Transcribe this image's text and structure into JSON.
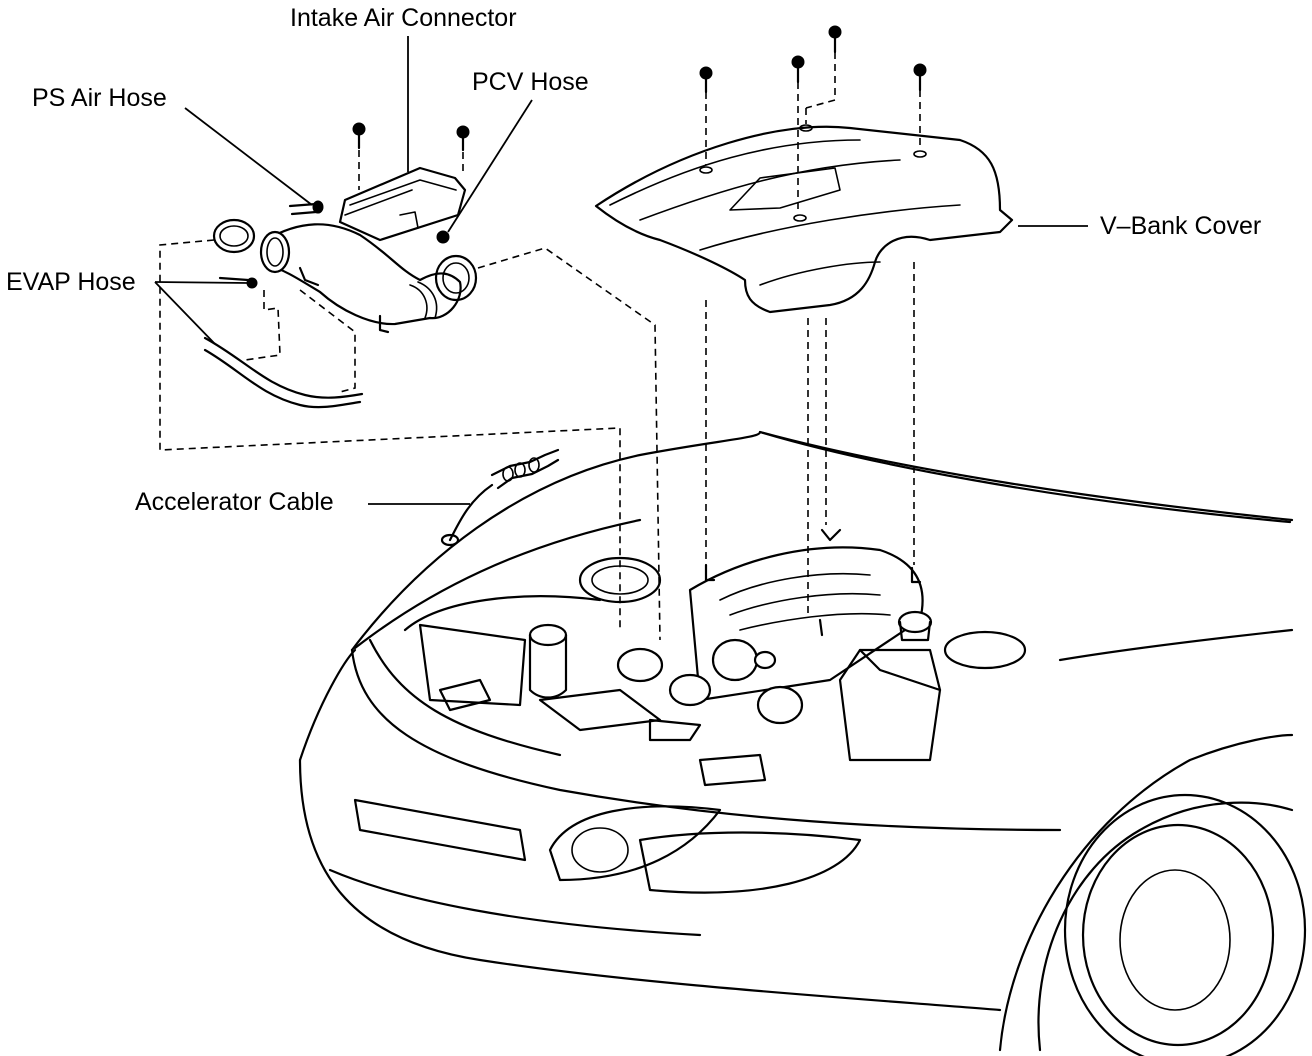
{
  "labels": {
    "intake_air_connector": "Intake Air Connector",
    "ps_air_hose": "PS Air Hose",
    "pcv_hose": "PCV Hose",
    "evap_hose": "EVAP Hose",
    "v_bank_cover": "V–Bank Cover",
    "accelerator_cable": "Accelerator Cable"
  }
}
